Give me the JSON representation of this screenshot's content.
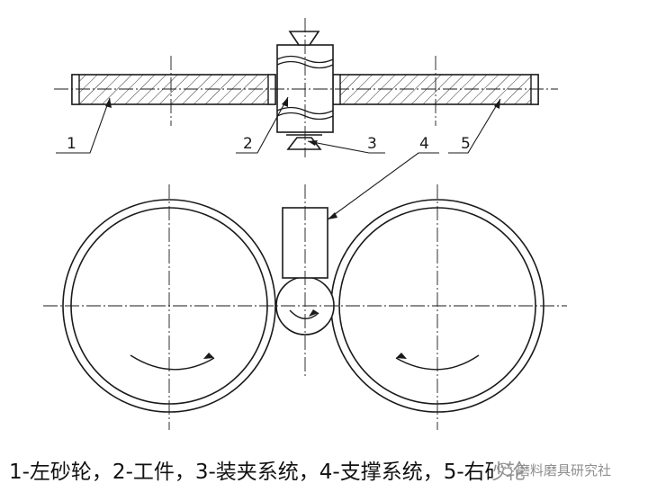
{
  "callouts": [
    {
      "label": "1",
      "name": "left-grinding-wheel"
    },
    {
      "label": "2",
      "name": "workpiece"
    },
    {
      "label": "3",
      "name": "clamping-system"
    },
    {
      "label": "4",
      "name": "support-system"
    },
    {
      "label": "5",
      "name": "right-grinding-wheel"
    }
  ],
  "caption": "1-左砂轮，2-工件，3-装夹系统，4-支撑系统，5-右砂轮",
  "watermark": {
    "text": "磨料磨具研究社",
    "icon": "wechat-logo-icon"
  },
  "colors": {
    "line": "#1a1a1a",
    "hatch": "#333333",
    "background": "#ffffff"
  }
}
